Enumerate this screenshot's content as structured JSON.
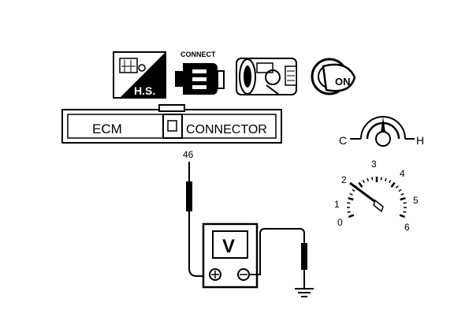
{
  "icons": {
    "hs_label": "H.S.",
    "connect_label": "CONNECT",
    "ignition_label": "ON"
  },
  "connector": {
    "left_label": "ECM",
    "right_label": "CONNECTOR",
    "terminal_number": "46"
  },
  "voltmeter": {
    "symbol": "V",
    "plus_symbol": "⊕",
    "minus_symbol": "⊖"
  },
  "temperature_gauge": {
    "cold_label": "C",
    "hot_label": "H",
    "needle_position": "mid"
  },
  "tachometer": {
    "scale_labels": [
      "0",
      "1",
      "2",
      "3",
      "4",
      "5",
      "6"
    ],
    "needle_value": 2
  }
}
